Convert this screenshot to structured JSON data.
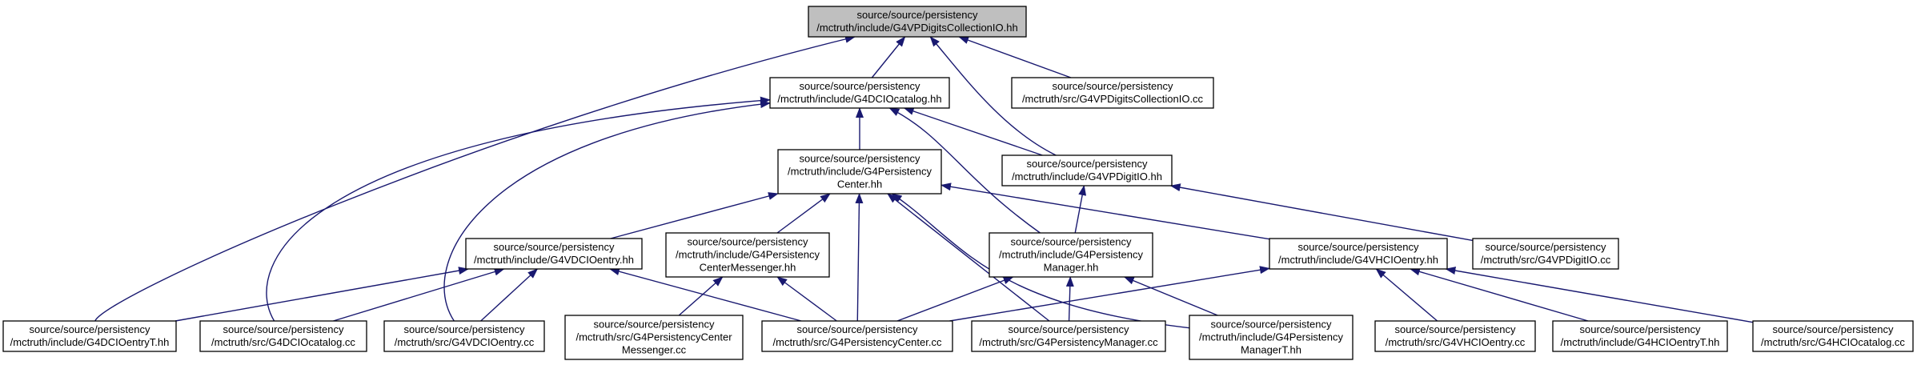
{
  "diagram": {
    "nodes": {
      "root": [
        "source/source/persistency",
        "/mctruth/include/G4VPDigitsCollectionIO.hh"
      ],
      "dcicatalog_hh": [
        "source/source/persistency",
        "/mctruth/include/G4DCIOcatalog.hh"
      ],
      "vpdigitscollection_cc": [
        "source/source/persistency",
        "/mctruth/src/G4VPDigitsCollectionIO.cc"
      ],
      "persistencycenter_hh": [
        "source/source/persistency",
        "/mctruth/include/G4Persistency",
        "Center.hh"
      ],
      "vpdigitio_hh": [
        "source/source/persistency",
        "/mctruth/include/G4VPDigitIO.hh"
      ],
      "vdcioentry_hh": [
        "source/source/persistency",
        "/mctruth/include/G4VDCIOentry.hh"
      ],
      "centermessenger_hh": [
        "source/source/persistency",
        "/mctruth/include/G4Persistency",
        "CenterMessenger.hh"
      ],
      "persistencymanager_hh": [
        "source/source/persistency",
        "/mctruth/include/G4Persistency",
        "Manager.hh"
      ],
      "vhcioentry_hh": [
        "source/source/persistency",
        "/mctruth/include/G4VHCIOentry.hh"
      ],
      "vpdigitio_cc": [
        "source/source/persistency",
        "/mctruth/src/G4VPDigitIO.cc"
      ],
      "dcioentryt_hh": [
        "source/source/persistency",
        "/mctruth/include/G4DCIOentryT.hh"
      ],
      "dciocatalog_cc": [
        "source/source/persistency",
        "/mctruth/src/G4DCIOcatalog.cc"
      ],
      "vdcioentry_cc": [
        "source/source/persistency",
        "/mctruth/src/G4VDCIOentry.cc"
      ],
      "centermessenger_cc": [
        "source/source/persistency",
        "/mctruth/src/G4PersistencyCenter",
        "Messenger.cc"
      ],
      "persistencycenter_cc": [
        "source/source/persistency",
        "/mctruth/src/G4PersistencyCenter.cc"
      ],
      "persistencymanager_cc": [
        "source/source/persistency",
        "/mctruth/src/G4PersistencyManager.cc"
      ],
      "managert_hh": [
        "source/source/persistency",
        "/mctruth/include/G4Persistency",
        "ManagerT.hh"
      ],
      "vhcioentry_cc": [
        "source/source/persistency",
        "/mctruth/src/G4VHCIOentry.cc"
      ],
      "hcioentryt_hh": [
        "source/source/persistency",
        "/mctruth/include/G4HCIOentryT.hh"
      ],
      "hciocatalog_cc": [
        "source/source/persistency",
        "/mctruth/src/G4HCIOcatalog.cc"
      ]
    },
    "edges": [
      [
        "dcicatalog_hh",
        "root"
      ],
      [
        "vpdigitscollection_cc",
        "root"
      ],
      [
        "vpdigitio_hh",
        "root"
      ],
      [
        "dcioentryt_hh",
        "root"
      ],
      [
        "persistencycenter_hh",
        "dcicatalog_hh"
      ],
      [
        "vpdigitio_hh",
        "dcicatalog_hh"
      ],
      [
        "persistencymanager_hh",
        "dcicatalog_hh"
      ],
      [
        "dciocatalog_cc",
        "dcicatalog_hh"
      ],
      [
        "vdcioentry_cc",
        "dcicatalog_hh"
      ],
      [
        "vdcioentry_hh",
        "persistencycenter_hh"
      ],
      [
        "centermessenger_hh",
        "persistencycenter_hh"
      ],
      [
        "persistencycenter_cc",
        "persistencycenter_hh"
      ],
      [
        "persistencymanager_cc",
        "persistencycenter_hh"
      ],
      [
        "managert_hh",
        "persistencycenter_hh"
      ],
      [
        "vhcioentry_hh",
        "persistencycenter_hh"
      ],
      [
        "persistencymanager_hh",
        "vpdigitio_hh"
      ],
      [
        "vpdigitio_cc",
        "vpdigitio_hh"
      ],
      [
        "dcioentryt_hh",
        "vdcioentry_hh"
      ],
      [
        "dciocatalog_cc",
        "vdcioentry_hh"
      ],
      [
        "vdcioentry_cc",
        "vdcioentry_hh"
      ],
      [
        "persistencycenter_cc",
        "vdcioentry_hh"
      ],
      [
        "centermessenger_cc",
        "centermessenger_hh"
      ],
      [
        "persistencycenter_cc",
        "centermessenger_hh"
      ],
      [
        "persistencycenter_cc",
        "persistencymanager_hh"
      ],
      [
        "persistencymanager_cc",
        "persistencymanager_hh"
      ],
      [
        "managert_hh",
        "persistencymanager_hh"
      ],
      [
        "persistencycenter_cc",
        "vhcioentry_hh"
      ],
      [
        "vhcioentry_cc",
        "vhcioentry_hh"
      ],
      [
        "hcioentryt_hh",
        "vhcioentry_hh"
      ],
      [
        "hciocatalog_cc",
        "vhcioentry_hh"
      ]
    ]
  }
}
